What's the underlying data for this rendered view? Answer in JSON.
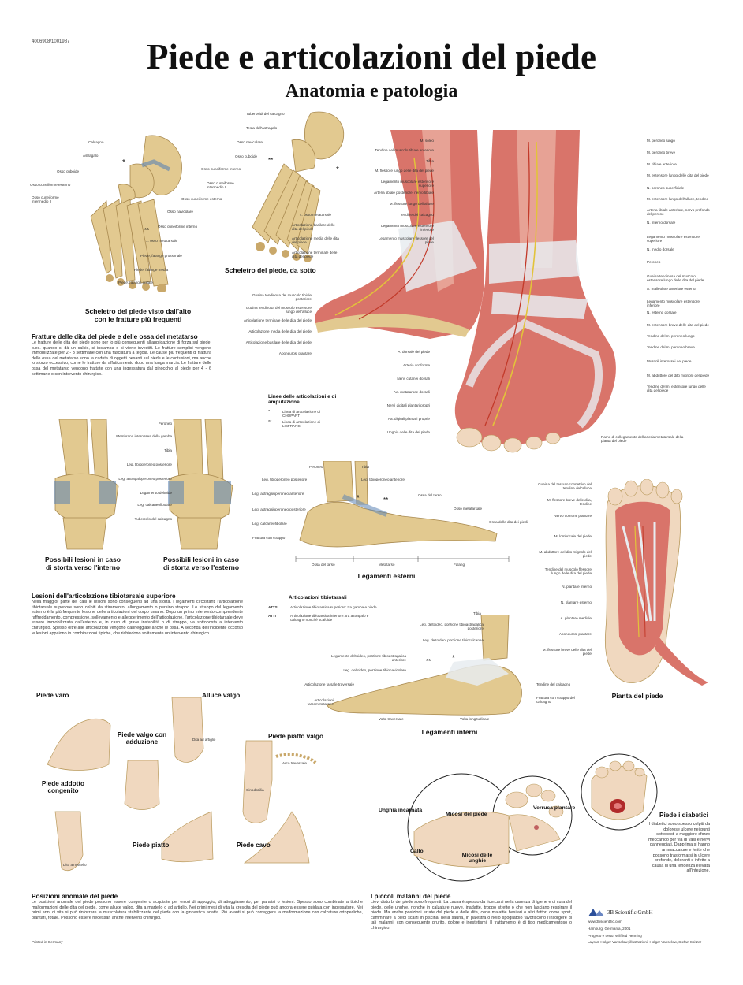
{
  "header": {
    "code": "4006908/1001987",
    "title": "Piede e articolazioni del piede",
    "subtitle": "Anatomia e patologia"
  },
  "colors": {
    "bone": "#e2c990",
    "bone_dark": "#b99a5c",
    "muscle": "#d9746a",
    "tendon": "#e8ecf0",
    "skin": "#f0d8bf",
    "nerve": "#e2c33a",
    "artery": "#c23a2a",
    "vein": "#4a6fb5"
  },
  "fig1": {
    "caption": "Scheletro del piede visto dall'alto\ncon le fratture più frequenti",
    "labels": [
      "Calcagno",
      "Astragalo",
      "Osso cuboide",
      "Osso cuneiforme esterno",
      "Osso cuneiforme intermedio II",
      "Osso navicolare",
      "Osso cuneiforme interno",
      "1. osso metatarsale",
      "Piede, falange prossimale",
      "Piede, falange media",
      "Piede, falange distale"
    ]
  },
  "fig2": {
    "caption": "Scheletro del piede, da sotto",
    "labels": [
      "Tuberosità del calcagno",
      "Testa dell'astragalo",
      "Osso navicolare",
      "Osso cuboide",
      "Osso cuneiforme interno",
      "Osso cuneiforme intermedio II",
      "Osso cuneiforme esterno",
      "4. osso metatarsale",
      "Articolazione basilare delle dita del piede",
      "Articolazione media delle dita del piede",
      "Articolazione terminale delle dita del piede"
    ]
  },
  "fig3": {
    "labels_left": [
      "M. soleo",
      "Tendine del muscolo tibiale anteriore",
      "Tibia",
      "M. flessore lungo delle dita del piede",
      "Legamento muscolare estensore superiore",
      "Arteria tibiale posteriore, nervo tibiale",
      "M. flessore lungo dell'alluce",
      "Tendine del calcagno",
      "Legamento muscolare estensore inferiore",
      "Legamento muscolare flessore del piede",
      "Guaina tendinosa del muscolo tibiale posteriore",
      "Guaina tendinosa del muscolo estensore lungo dell'alluce",
      "Articolazione terminale delle dita del piede",
      "Articolazione media delle dita del piede",
      "Articolazione basilare delle dita del piede",
      "Aponeurosi plantare",
      "A. dorsale del piede",
      "Arteria arciforme",
      "Nervi cutanei dorsali",
      "Aa. metatarsee dorsali",
      "Nervi digitali plantari propri",
      "Aa. digitali plantari proprie",
      "Unghia delle dita del piede"
    ],
    "labels_right": [
      "M. peroneo lungo",
      "M. peroneo breve",
      "M. tibiale anteriore",
      "M. estensore lungo delle dita del piede",
      "N. peroneo superficiale",
      "M. estensore lungo dell'alluce, tendine",
      "Arteria tibiale anteriore, nervo profondo del perone",
      "N. interno dorsale",
      "Legamento muscolare estensore superiore",
      "N. medio dorsale",
      "Peroneo",
      "Guaina tendinosa del muscolo estensore lungo delle dita del piede",
      "A. malleolare anteriore esterna",
      "Legamento muscolare estensore inferiore",
      "N. esterno dorsale",
      "M. estensore breve delle dita del piede",
      "Tendine del m. peroneo lungo",
      "Tendine del m. peroneo breve",
      "Muscoli interossei del piede",
      "M. abduttore del dito mignolo del piede",
      "Tendine del m. estensore lungo delle dita del piede",
      "Ramo di collegamento dell'arteria metatarsale della pianta del piede"
    ]
  },
  "amputation": {
    "title": "Linee delle articolazioni e di amputazione",
    "items": [
      {
        "symbol": "*",
        "text": "Linea di articolazione di CHOPART"
      },
      {
        "symbol": "**",
        "text": "Linea di articolazione di LISFRANC"
      }
    ]
  },
  "fractures": {
    "heading": "Fratture delle dita del piede e delle ossa del metatarso",
    "text": "Le fratture delle dita del piede sono per lo più conseguenti all'applicazione di forza sul piede, p.es. quando si dà un calcio, si inciampa o si viene investiti. Le fratture semplici vengono immobilizzate per 2 - 3 settimane con una fasciatura a tegola. Le cause più frequenti di frattura delle ossa del metatarso sono la caduta di oggetti pesanti sul piede e le contusioni, ma anche lo sforzo eccessivo, come le fratture da affaticamento dopo una lunga marcia. Le fratture delle ossa del metatarso vengono trattate con una ingessatura dal ginocchio al piede per 4 - 6 settimane o con intervento chirurgico."
  },
  "fig4": {
    "caption_left": "Possibili lesioni in caso\ndi storta verso l'interno",
    "caption_right": "Possibili lesioni in caso\ndi storta verso l'esterno",
    "labels": [
      "Peroneo",
      "Membrana interossea della gamba",
      "Tibia",
      "Leg. tibioperoneo posteriore",
      "Leg. astragaloperoneo posteriore",
      "Legamento deltoide",
      "Leg. calcaneofibolare",
      "Tubercolo del calcagno"
    ]
  },
  "fig5": {
    "caption": "Legamenti esterni",
    "labels": [
      "Peroneo",
      "Tibia",
      "Leg. tibioperoneo posteriore",
      "Leg. tibioperoneo anteriore",
      "Leg. astragaloperoneo anteriore",
      "Leg. astragaloperoneo posteriore",
      "Leg. calcaneofibolare",
      "Frattura con strappo",
      "Ossa del tarso",
      "Osso metatarsale",
      "Ossa delle dita dei piedi"
    ],
    "bracket": [
      "Ossa del tarso",
      "Metatarso",
      "Falangi"
    ]
  },
  "fig6": {
    "caption": "Pianta del piede",
    "labels": [
      "Guaina del tessuto connettivo del tendine dell'alluce",
      "M. flessore breve delle dita, tendine",
      "Nervo comune plantare",
      "M. lombricale del piede",
      "M. abduttore del dito mignolo del piede",
      "Tendine del muscolo flessore lungo delle dita del piede",
      "N. plantare interno",
      "N. plantare esterno",
      "A. plantare mediale",
      "Aponeurosi plantare",
      "M. flessore breve delle dita del piede"
    ]
  },
  "tibiotarsal": {
    "heading": "Lesioni dell'articolazione tibiotarsale superiore",
    "text": "Nella maggior parte dei casi le lesioni sono conseguenti ad una storta. I legamenti circostanti l'articolazione tibiotarsale superiore sono colpiti da stiramento, allungamento o persino strappo. Lo strappo del legamento esterno è la più frequente lesione delle articolazioni del corpo umano. Dopo un primo intervento comprendente raffreddamento, compressione, sollevamento e alleggerimento dell'articolazione, l'articolazione tibiotarsale deve essere immobilizzata dall'esterno e, in caso di grave instabilità o di strappo, va sottoposta a intervento chirurgico. Spesso oltre alle articolazioni vengono danneggiate anche le ossa. A seconda dell'incidente occorso le lesioni appaiono in combinazioni tipiche, che richiedono solitamente un intervento chirurgico."
  },
  "joints_table": {
    "heading": "Articolazioni tibiotarsali",
    "rows": [
      {
        "abbr": "ATTS",
        "text": "Articolazione tibiotarsica superiore: tra gamba e piede"
      },
      {
        "abbr": "ATTI",
        "text": "Articolazione tibiotarsica inferiore: tra astragalo e calcagno nonché scafoide"
      }
    ]
  },
  "fig7": {
    "caption": "Legamenti interni",
    "labels": [
      "Tibia",
      "Leg. deltoideo, porzione tibioastragalica posteriore",
      "Leg. deltoideo, porzione tibiocalcanea",
      "Legamento deltoideo, porzione tibioastragalica anteriore",
      "Leg. deltoideo, porzione tibionavicolare",
      "Articolazione tarsale traversale",
      "Articolazioni tarsometatarsee",
      "Tendine del calcagno",
      "Frattura con strappo del calcagno",
      "Volta traversale",
      "Volta longitudinale"
    ]
  },
  "deformities": {
    "items": [
      "Piede varo",
      "Alluce valgo",
      "Piede valgo con adduzione",
      "Piede piatto valgo",
      "Piede addotto congenito",
      "Piede piatto",
      "Piede cavo"
    ],
    "small_labels": [
      "Dita ad artiglio",
      "Arco traversale",
      "Cinodattilia",
      "Dito a martello"
    ],
    "heading": "Posizioni anomale del piede",
    "text": "Le posizioni anomale del piede possono essere congenite o acquisite per errori di appoggio, di atteggiamento, per paralisi o lesioni. Spesso sono combinate a tipiche malformazioni delle dita del piede, come alluce valgo, dita a martello o ad artiglio. Nei primi mesi di vita la crescita del piede può ancora essere guidata con ingessature. Nei primi anni di vita si può rinforzare la muscolatura stabilizzante del piede con la ginnastica adatta. Più avanti si può correggere la malformazione con calzature ortopediche, plantari, rotaie. Possono essere necessari anche interventi chirurgici."
  },
  "ailments": {
    "labels": [
      "Unghia incarnata",
      "Micosi del piede",
      "Verruca plantare",
      "Callo",
      "Micosi delle unghie"
    ],
    "heading": "I piccoli malanni del piede",
    "text": "Lievi disturbi del piede sono frequenti. La causa è spesso da ricercarsi nella carenza di igiene e di cura del piede, delle unghie, nonché in calzature nuove, inadatte, troppo strette o che non lasciano respirare il piede. Ma anche posizioni errate del piede e delle dita, certe malattie basilari o altri fattori come sport, camminare a piedi scalzi in piscina, nella sauna, in palestra o nello spogliatoio favoriscono l'insorgere di tali malanni, con conseguente prurito, dolore e inestetismi. Il trattamento è di tipo medicamentoso o chirurgico."
  },
  "diabetes": {
    "heading": "Piede i diabetici",
    "text": "I diabetici sono spesso colpiti da dolorose ulcere nei punti sottoposti a maggiore sforzo meccanico per via di vasi e nervi danneggiati. Dapprima si hanno ammaccature e ferite che possono trasformarsi in ulcere profonde, doloranti e infette a causa di una tendenza elevata all'infezione."
  },
  "footer": {
    "publisher": "3B Scientific GmbH",
    "website": "www.3bscientific.com",
    "location": "Hamburg, Germania, 2001",
    "project": "Progetto e testo: Wilfried Henning",
    "credits": "Layout: Holger Vanselow; illustrazioni: Holger Vanselow, Stefan Spitzer",
    "printed": "Printed in Germany"
  }
}
